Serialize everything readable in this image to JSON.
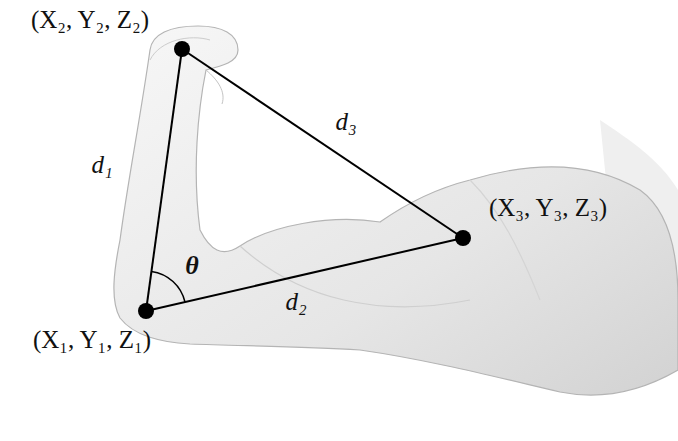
{
  "diagram": {
    "labels": [
      "(X₂, Y₂, Z₂)",
      "d₃",
      "d₁",
      "θ",
      "(X₃, Y₃, Z₃)",
      "d₂",
      "(X₁, Y₁, Z₁)"
    ]
  }
}
